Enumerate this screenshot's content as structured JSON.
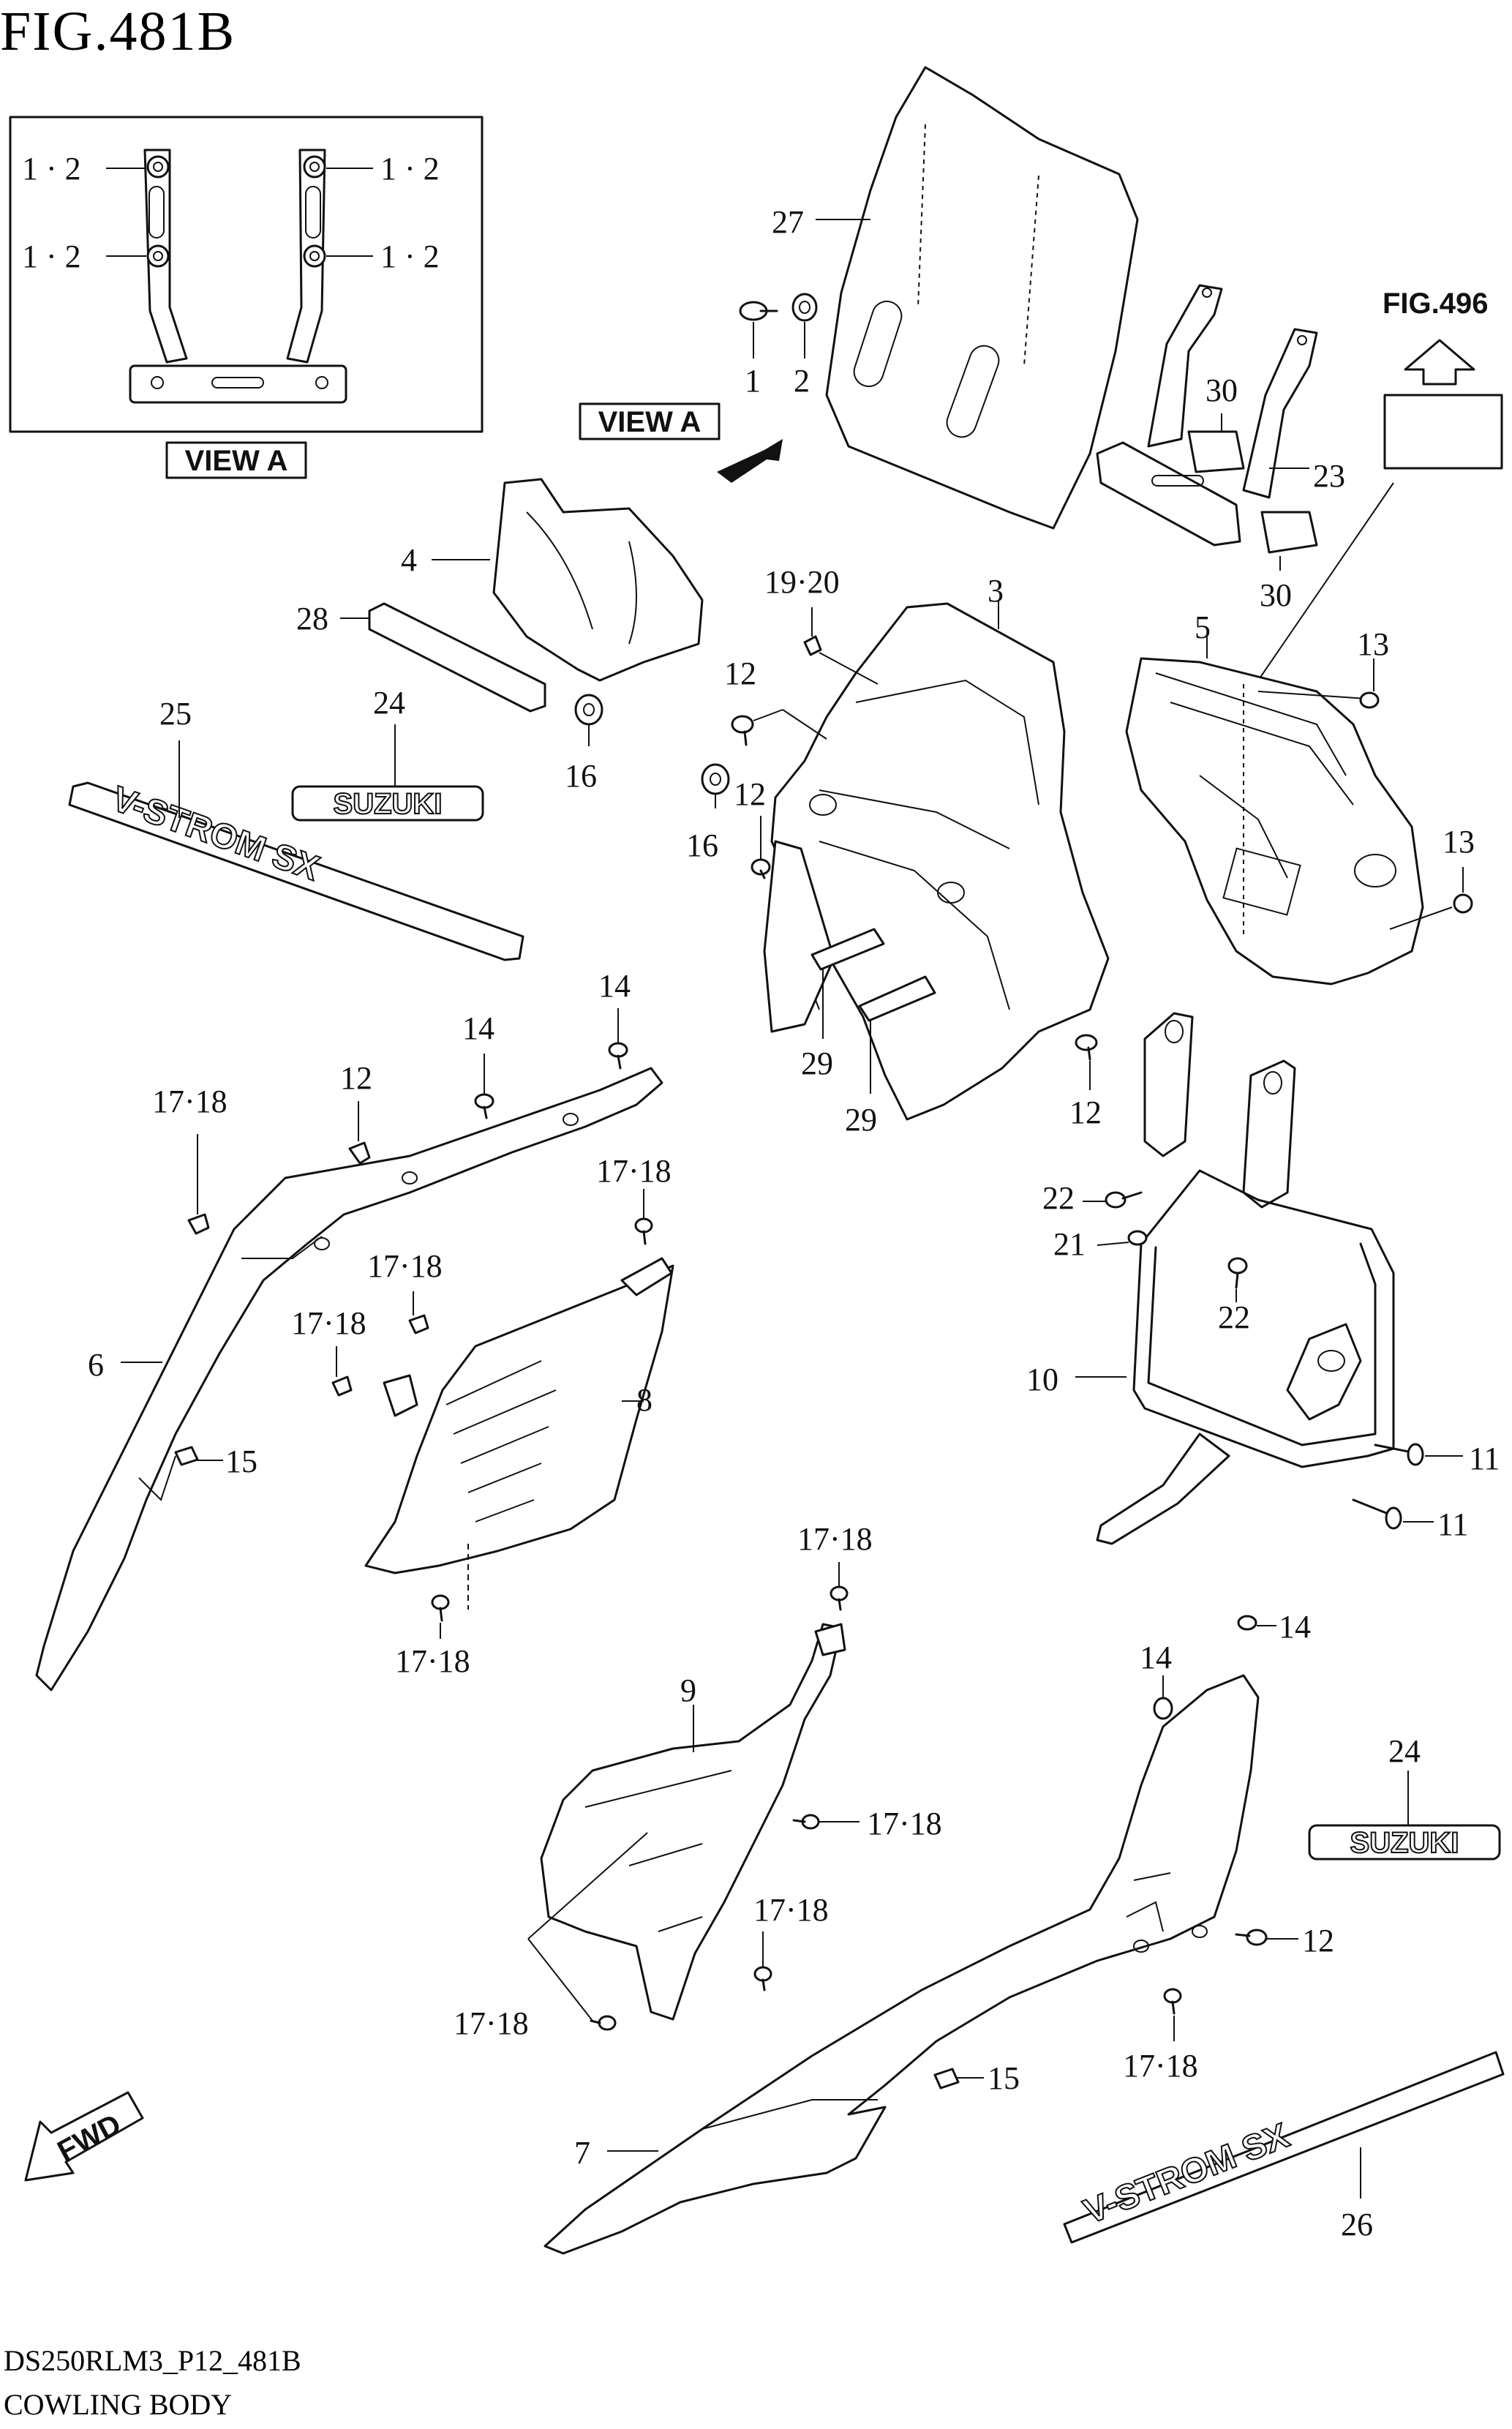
{
  "figure": {
    "title": "FIG.481B",
    "code": "DS250RLM3_P12_481B",
    "caption": "COWLING BODY"
  },
  "view_label": "VIEW A",
  "reference_fig": "FIG.496",
  "fwd_label": "FWD",
  "emblems": {
    "suzuki": "SUZUKI",
    "vstrom": "V-STROM SX"
  },
  "view_a_callouts": {
    "top_left": "1 · 2",
    "mid_left": "1 · 2",
    "top_right": "1 · 2",
    "mid_right": "1 · 2"
  },
  "callouts": {
    "c27": "27",
    "c1": "1",
    "c2": "2",
    "c30a": "30",
    "c23": "23",
    "c30b": "30",
    "c4": "4",
    "c28": "28",
    "c16a": "16",
    "c24a": "24",
    "c25": "25",
    "c19_20": "19·20",
    "c3": "3",
    "c12a": "12",
    "c12b": "12",
    "c16b": "16",
    "c29a": "29",
    "c29b": "29",
    "c12c": "12",
    "c5": "5",
    "c13a": "13",
    "c13b": "13",
    "c14a": "14",
    "c14b": "14",
    "c17_18a": "17·18",
    "c12d": "12",
    "c17_18b": "17·18",
    "c17_18c": "17·18",
    "c17_18d": "17·18",
    "c6": "6",
    "c15a": "15",
    "c8": "8",
    "c17_18e": "17·18",
    "c22a": "22",
    "c21": "21",
    "c22b": "22",
    "c10": "10",
    "c11a": "11",
    "c11b": "11",
    "c17_18f": "17·18",
    "c14c": "14",
    "c14d": "14",
    "c9": "9",
    "c17_18g": "17·18",
    "c17_18h": "17·18",
    "c17_18i": "17·18",
    "c24b": "24",
    "c12e": "12",
    "c15b": "15",
    "c17_18j": "17·18",
    "c7": "7",
    "c26": "26"
  }
}
